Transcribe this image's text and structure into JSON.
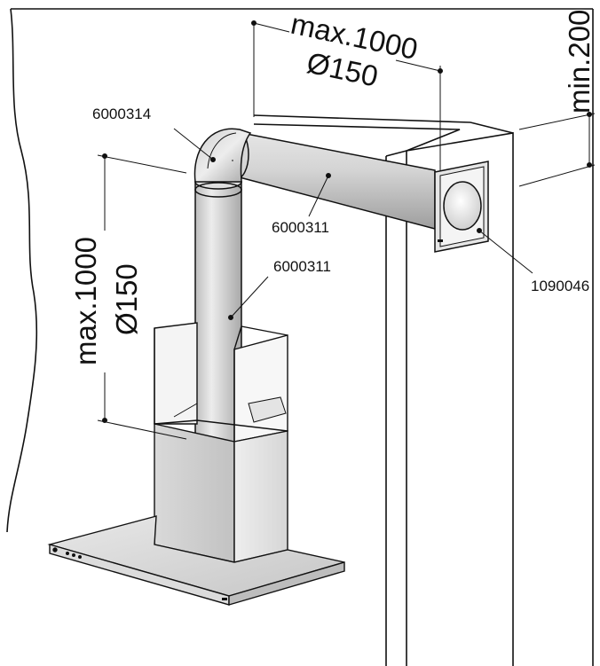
{
  "labels": {
    "elbow_part": "6000314",
    "horizontal_pipe_part": "6000311",
    "vertical_pipe_part": "6000311",
    "wall_outlet_part": "1090046"
  },
  "dimensions": {
    "horizontal_length": "max.1000",
    "horizontal_diameter": "Ø150",
    "vertical_length": "max.1000",
    "vertical_diameter": "Ø150",
    "ceiling_gap": "min.200"
  },
  "colors": {
    "line": "#111111",
    "pipe_light": "#e9e9e9",
    "pipe_mid": "#c9c9c9",
    "pipe_dark": "#9a9a9a",
    "glass": "#f3f3f3",
    "steel": "#d2d2d2",
    "wall": "#ffffff"
  }
}
